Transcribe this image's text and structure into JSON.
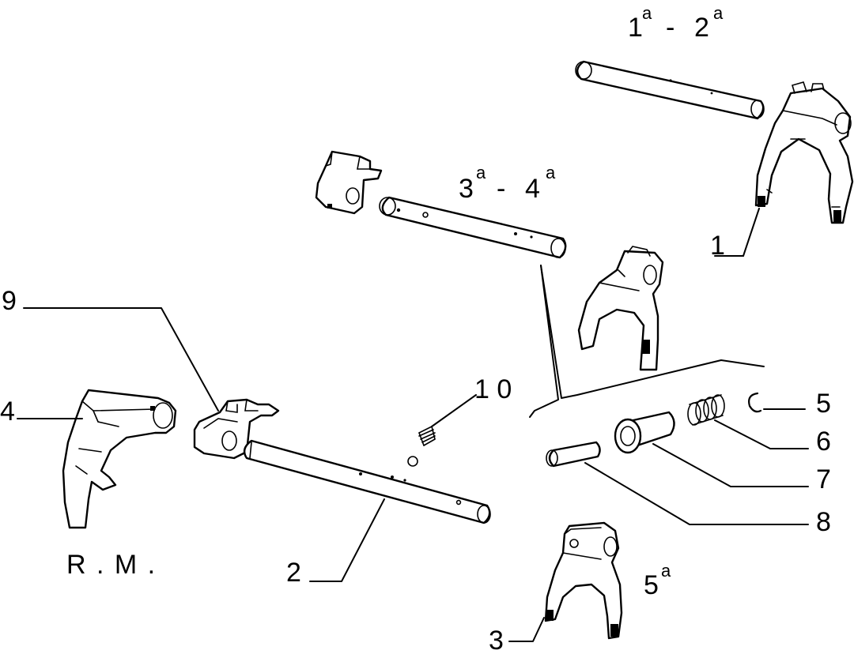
{
  "labels": {
    "p1": "1",
    "p2": "2",
    "p3": "3",
    "p4": "4",
    "p5": "5",
    "p6": "6",
    "p7": "7",
    "p8": "8",
    "p9": "9",
    "p10": "1 0"
  },
  "gear_labels": {
    "g12_a": "1",
    "g12_a_sup": "a",
    "g12_dash": "-",
    "g12_b": "2",
    "g12_b_sup": "a",
    "g34_a": "3",
    "g34_a_sup": "a",
    "g34_dash": "-",
    "g34_b": "4",
    "g34_b_sup": "a",
    "g5": "5",
    "g5_sup": "a",
    "reverse": "R . M ."
  }
}
